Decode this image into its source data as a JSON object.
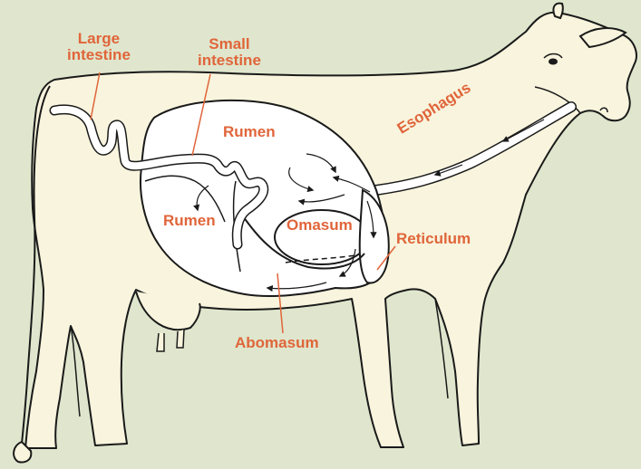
{
  "colors": {
    "background": "#dfe6cd",
    "cow_fill": "#f8f4dd",
    "outline": "#1a1a1a",
    "label": "#e0653a",
    "tract_fill": "#ffffff"
  },
  "labels": {
    "large_intestine": "Large\nintestine",
    "small_intestine": "Small\nintestine",
    "rumen_top": "Rumen",
    "rumen_left": "Rumen",
    "omasum": "Omasum",
    "reticulum": "Reticulum",
    "abomasum": "Abomasum",
    "esophagus": "Esophagus"
  }
}
